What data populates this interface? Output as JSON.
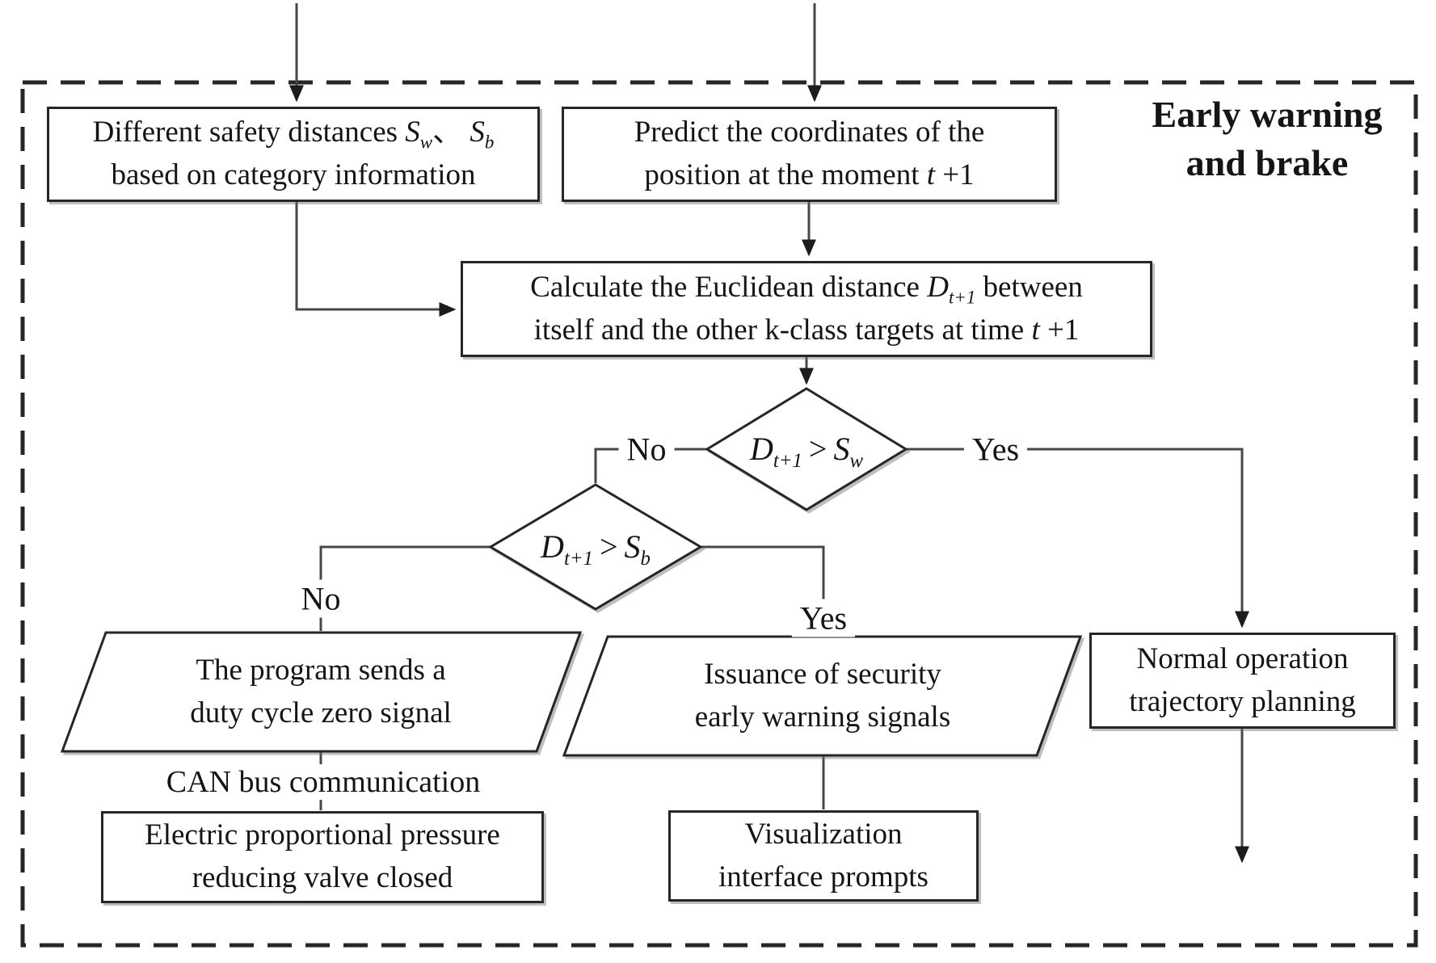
{
  "diagram": {
    "region_label": {
      "line1": "Early warning",
      "line2": "and brake"
    }
  },
  "nodes": {
    "safety_distances": {
      "l1_pre": "Different safety distances ",
      "s1": "S",
      "s1_sub": "w",
      "sep": "、 ",
      "s2": "S",
      "s2_sub": "b",
      "l2": "based on category information"
    },
    "predict": {
      "l1": "Predict the coordinates of the",
      "l2_pre": "position at the moment ",
      "t": "t",
      "plus": " +1"
    },
    "calculate": {
      "l1_pre": "Calculate the Euclidean distance ",
      "d": "D",
      "d_sub": "t+1",
      "l1_post": " between",
      "l2_pre": "itself and the other k-class targets at time ",
      "t": "t",
      "plus": " +1"
    },
    "decision_sw": {
      "d": "D",
      "d_sub": "t+1",
      "op": ">",
      "s": "S",
      "s_sub": "w"
    },
    "decision_sb": {
      "d": "D",
      "d_sub": "t+1",
      "op": ">",
      "s": "S",
      "s_sub": "b"
    },
    "duty_cycle": {
      "l1": "The program sends a",
      "l2": "duty cycle zero signal"
    },
    "issuance": {
      "l1": "Issuance of security",
      "l2": "early warning signals"
    },
    "normal_operation": {
      "l1": "Normal operation",
      "l2": "trajectory planning"
    },
    "valve_closed": {
      "l1": "Electric proportional pressure",
      "l2": "reducing valve closed"
    },
    "visualization": {
      "l1": "Visualization",
      "l2": "interface prompts"
    }
  },
  "edge_labels": {
    "sw_no": "No",
    "sw_yes": "Yes",
    "sb_no": "No",
    "sb_yes": "Yes",
    "can_bus": "CAN bus communication"
  },
  "colors": {
    "ink": "#262626",
    "connector": "#474747",
    "background": "#ffffff"
  }
}
